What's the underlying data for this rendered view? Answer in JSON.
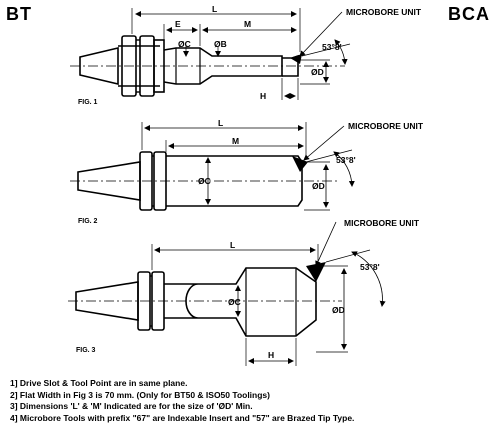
{
  "header": {
    "left": "BT",
    "right": "BCA"
  },
  "figures": [
    {
      "label": "FIG. 1",
      "callout": "MICROBORE UNIT",
      "angle": "53°8'",
      "dims": {
        "L": "L",
        "E": "E",
        "M": "M",
        "C": "ØC",
        "B": "ØB",
        "D": "ØD",
        "H": "H"
      }
    },
    {
      "label": "FIG. 2",
      "callout": "MICROBORE UNIT",
      "angle": "53°8'",
      "dims": {
        "L": "L",
        "M": "M",
        "C": "ØC",
        "D": "ØD"
      }
    },
    {
      "label": "FIG. 3",
      "callout": "MICROBORE UNIT",
      "angle": "53°8'",
      "dims": {
        "L": "L",
        "C": "ØC",
        "D": "ØD",
        "H": "H"
      }
    }
  ],
  "notes": [
    "1] Drive Slot & Tool Point are in same plane.",
    "2] Flat Width in Fig 3 is 70 mm. (Only for BT50 & ISO50 Toolings)",
    "3] Dimensions 'L' & 'M' Indicated are for the size of 'ØD' Min.",
    "4] Microbore Tools with prefix \"67\" are Indexable Insert and \"57\" are Brazed Tip Type."
  ]
}
